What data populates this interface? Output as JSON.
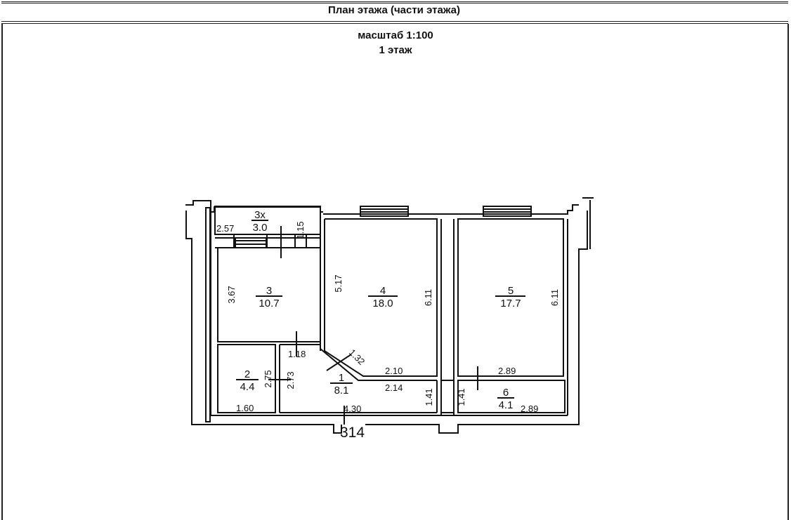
{
  "header": {
    "title": "План этажа (части этажа)"
  },
  "scale": "масштаб 1:100",
  "floor": "1 этаж",
  "rooms": [
    {
      "num": "3х",
      "area": "3.0"
    },
    {
      "num": "3",
      "area": "10.7"
    },
    {
      "num": "4",
      "area": "18.0"
    },
    {
      "num": "5",
      "area": "17.7"
    },
    {
      "num": "2",
      "area": "4.4"
    },
    {
      "num": "1",
      "area": "8.1"
    },
    {
      "num": "6",
      "area": "4.1"
    }
  ],
  "dimensions": {
    "d257": "2.57",
    "d115": "1.15",
    "d367": "3.67",
    "d517": "5.17",
    "d611a": "6.11",
    "d611b": "6.11",
    "d118": "1.18",
    "d132": "1.32",
    "d210": "2.10",
    "d289a": "2.89",
    "d275": "2.75",
    "d273": "2.73",
    "d214": "2.14",
    "d141a": "1.41",
    "d141b": "1.41",
    "d160": "1.60",
    "d430": "4.30",
    "d289b": "2.89"
  },
  "building_number": "314"
}
